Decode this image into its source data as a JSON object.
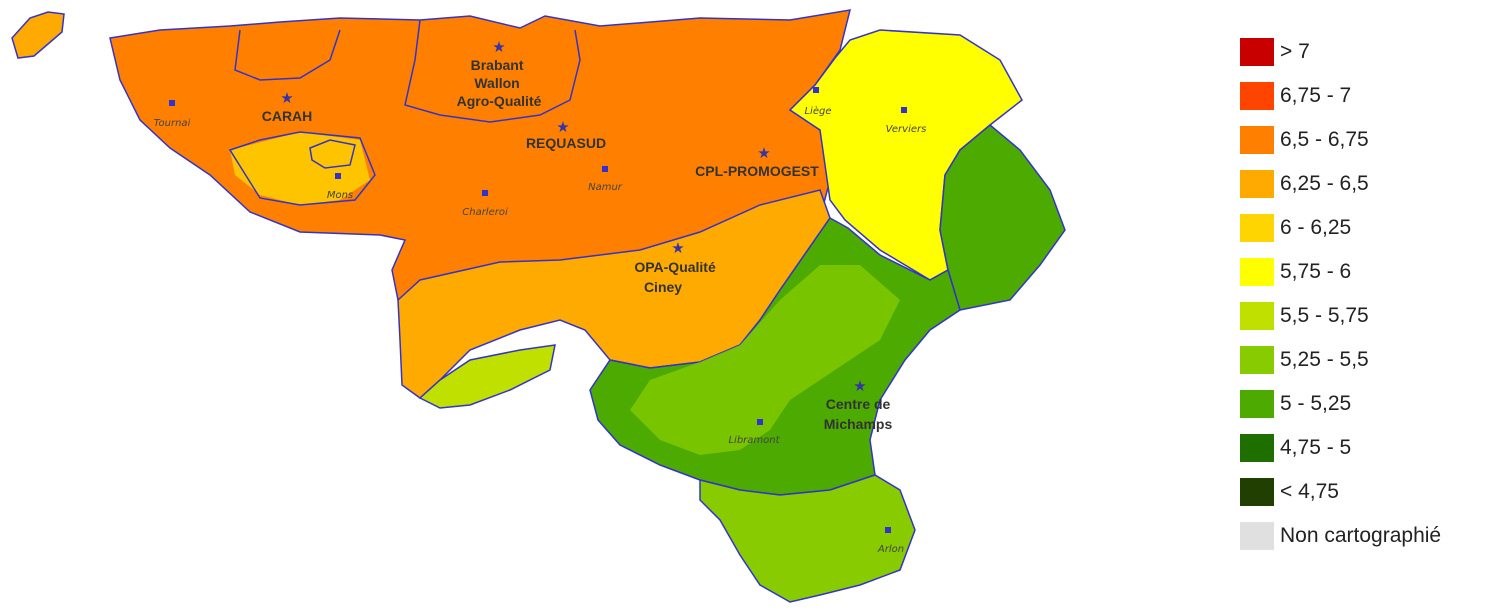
{
  "map": {
    "organisations": [
      {
        "id": "carah",
        "label": "CARAH"
      },
      {
        "id": "brabant",
        "label": "Brabant\nWallon\nAgro-Qualité"
      },
      {
        "id": "requasud",
        "label": "REQUASUD"
      },
      {
        "id": "cpl",
        "label": "CPL-PROMOGEST"
      },
      {
        "id": "opa",
        "label": "OPA-Qualité\nCiney"
      },
      {
        "id": "michamps",
        "label": "Centre de\nMichamps"
      }
    ],
    "cities": [
      {
        "id": "tournai",
        "label": "Tournai"
      },
      {
        "id": "mons",
        "label": "Mons"
      },
      {
        "id": "charleroi",
        "label": "Charleroi"
      },
      {
        "id": "namur",
        "label": "Namur"
      },
      {
        "id": "liege",
        "label": "Liège"
      },
      {
        "id": "verviers",
        "label": "Verviers"
      },
      {
        "id": "libramont",
        "label": "Libramont"
      },
      {
        "id": "arlon",
        "label": "Arlon"
      }
    ]
  },
  "legend": {
    "items": [
      {
        "label": "> 7",
        "color": "#c80000"
      },
      {
        "label": "6,75 - 7",
        "color": "#ff4400"
      },
      {
        "label": "6,5 - 6,75",
        "color": "#ff8000"
      },
      {
        "label": "6,25 - 6,5",
        "color": "#ffaa00"
      },
      {
        "label": "6 - 6,25",
        "color": "#ffd500"
      },
      {
        "label": "5,75 - 6",
        "color": "#ffff00"
      },
      {
        "label": "5,5 - 5,75",
        "color": "#c0e000"
      },
      {
        "label": "5,25 - 5,5",
        "color": "#88cc00"
      },
      {
        "label": "5 - 5,25",
        "color": "#4caa00"
      },
      {
        "label": "4,75 - 5",
        "color": "#1f6e00"
      },
      {
        "label": "< 4,75",
        "color": "#203f00"
      },
      {
        "label": "Non cartographié",
        "color": "#e0e0e0"
      }
    ]
  }
}
